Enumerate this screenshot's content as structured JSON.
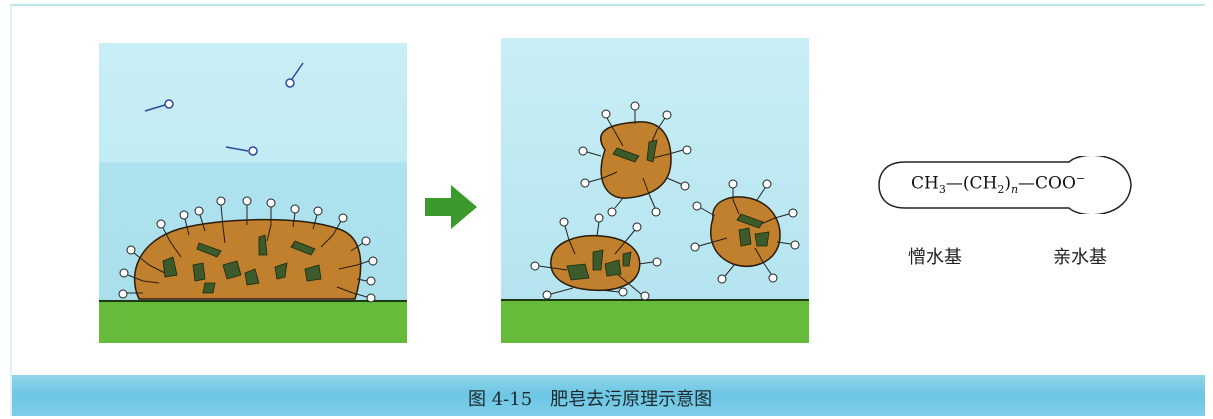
{
  "formula": {
    "ch3": "CH",
    "ch3_sub": "3",
    "dash1": "—",
    "ch2_open": "(CH",
    "ch2_sub": "2",
    "ch2_close": ")",
    "n": "n",
    "dash2": "—",
    "coo": "COO",
    "charge": "−"
  },
  "labels": {
    "hydrophobic": "憎水基",
    "hydrophilic": "亲水基"
  },
  "caption": {
    "figure_number": "图 4-15",
    "title": "肥皂去污原理示意图"
  },
  "colors": {
    "water": "#bfeaf3",
    "surface": "#66bb3a",
    "dirt": "#c0802e",
    "particles": "#3d5a2a",
    "arrow": "#3c9a2c",
    "caption_band": "#7fcfe8"
  }
}
